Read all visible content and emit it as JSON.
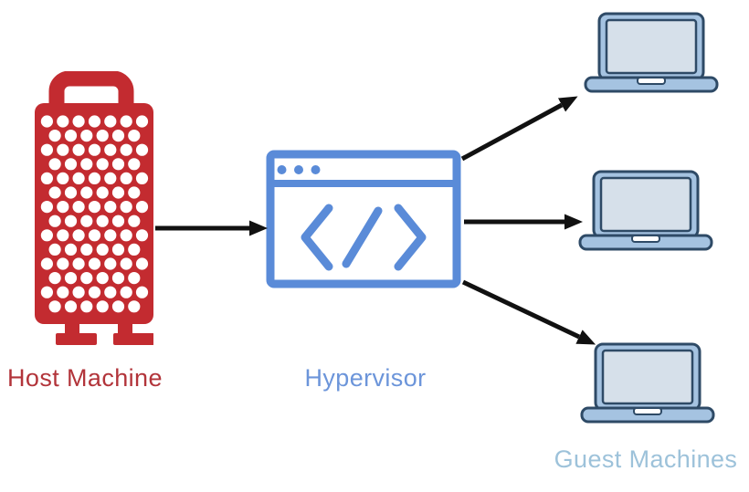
{
  "theme": {
    "background": "#ffffff",
    "grater-red": "#c32b30",
    "host-label-color": "#b2343a",
    "window-blue": "#5a8bd8",
    "hypervisor-label-color": "#6c95da",
    "guest-label-color": "#9dc2da",
    "laptop-outline": "#2e4a66",
    "laptop-body": "#a5c3e1",
    "laptop-screen": "#d6e0ea",
    "arrow-color": "#111111"
  },
  "nodes": {
    "host": {
      "label": "Host Machine",
      "icon": "cheese-grater-icon"
    },
    "hypervisor": {
      "label": "Hypervisor",
      "icon": "code-window-icon"
    },
    "guests": {
      "label": "Guest Machines",
      "icon": "laptop-icon",
      "count": 3
    }
  },
  "edges": [
    {
      "from": "host-machine",
      "to": "hypervisor"
    },
    {
      "from": "hypervisor",
      "to": "guest-machine-1"
    },
    {
      "from": "hypervisor",
      "to": "guest-machine-2"
    },
    {
      "from": "hypervisor",
      "to": "guest-machine-3"
    }
  ]
}
